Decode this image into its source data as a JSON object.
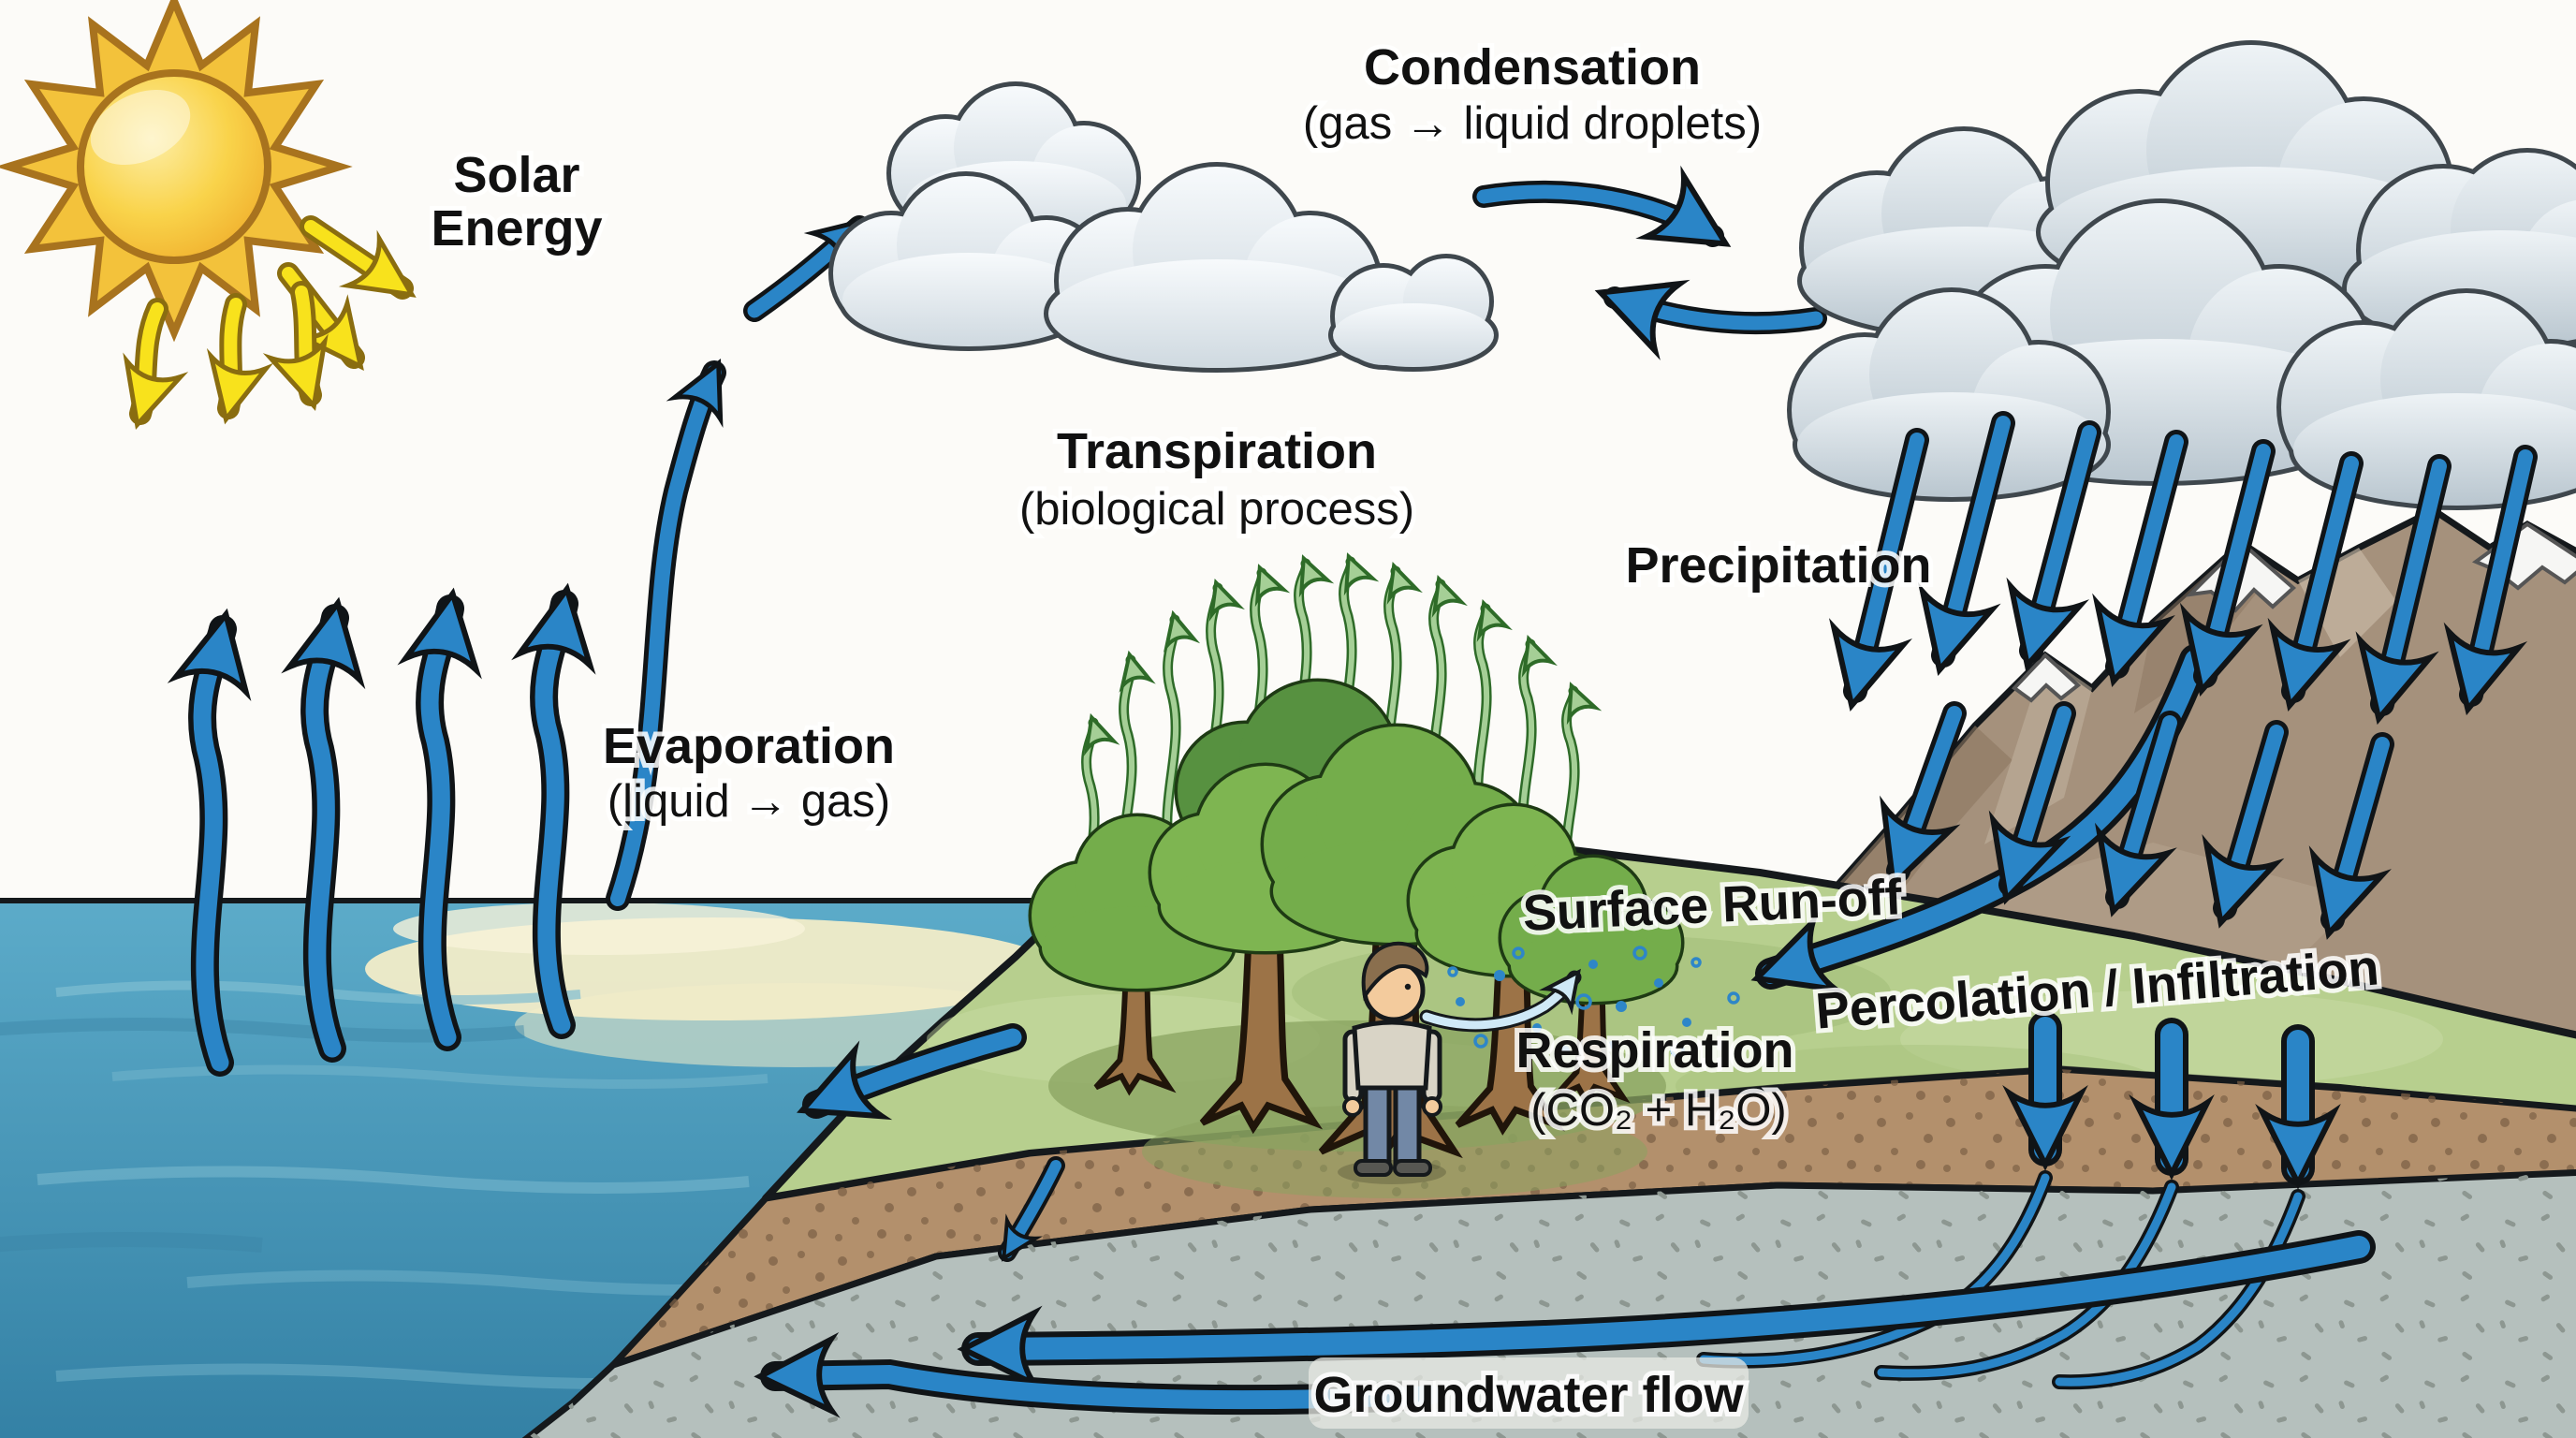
{
  "labels": {
    "solar_energy": {
      "line1": "Solar",
      "line2": "Energy"
    },
    "condensation": {
      "title": "Condensation",
      "subtitle": "(gas → liquid droplets)"
    },
    "transpiration": {
      "title": "Transpiration",
      "subtitle": "(biological process)"
    },
    "precipitation": {
      "title": "Precipitation"
    },
    "evaporation": {
      "title": "Evaporation",
      "subtitle": "(liquid → gas)"
    },
    "surface_runoff": {
      "title": "Surface Run-off"
    },
    "percolation": {
      "title": "Percolation / Infiltration"
    },
    "respiration": {
      "title": "Respiration",
      "subtitle": "(CO₂ + H₂O)"
    },
    "groundwater_flow": {
      "title": "Groundwater flow"
    }
  },
  "colors": {
    "arrow_blue": "#2a85c7",
    "arrow_yellow": "#f8e21c",
    "sun_core": "#f7cf4e",
    "sun_outline": "#a8731e",
    "cloud_fill": "#dfe7ec",
    "cloud_outline": "#3f474d",
    "sky": "#fcfbf8",
    "ocean": "#4b9cbc",
    "ocean_glint": "#f2ecc8",
    "grass": "#b7cf8e",
    "soil": "#b3906c",
    "bedrock": "#b5c0bd",
    "mountain": "#a5917c",
    "snow": "#f6f6f4",
    "tree_green": "#74ad4b",
    "transpiration_green": "#a5cf96",
    "text_ink": "#111111"
  }
}
